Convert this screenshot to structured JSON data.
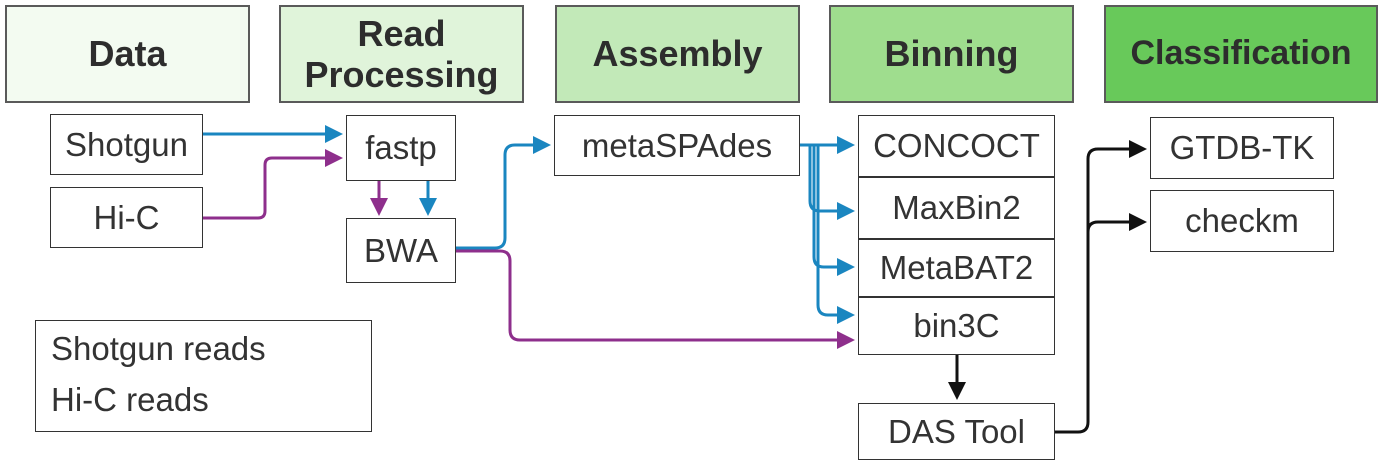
{
  "colors": {
    "shotgun": "#1a86c0",
    "hic": "#8e2f8c",
    "black": "#111111",
    "stage_fills": [
      "#f3fbf1",
      "#e0f4da",
      "#c2e9b8",
      "#9fdd8e",
      "#68c95a"
    ]
  },
  "stages": {
    "data": "Data",
    "read_processing": "Read Processing",
    "assembly": "Assembly",
    "binning": "Binning",
    "classification": "Classification"
  },
  "inputs": {
    "shotgun": "Shotgun",
    "hic": "Hi-C"
  },
  "read_processing": {
    "fastp": "fastp",
    "bwa": "BWA"
  },
  "assembly": {
    "metaspades": "metaSPAdes"
  },
  "binning": {
    "concoct": "CONCOCT",
    "maxbin2": "MaxBin2",
    "metabat2": "MetaBAT2",
    "bin3c": "bin3C",
    "dastool": "DAS Tool"
  },
  "classification": {
    "gtdbtk": "GTDB-TK",
    "checkm": "checkm"
  },
  "legend": {
    "shotgun_reads": "Shotgun reads",
    "hic_reads": "Hi-C reads"
  }
}
